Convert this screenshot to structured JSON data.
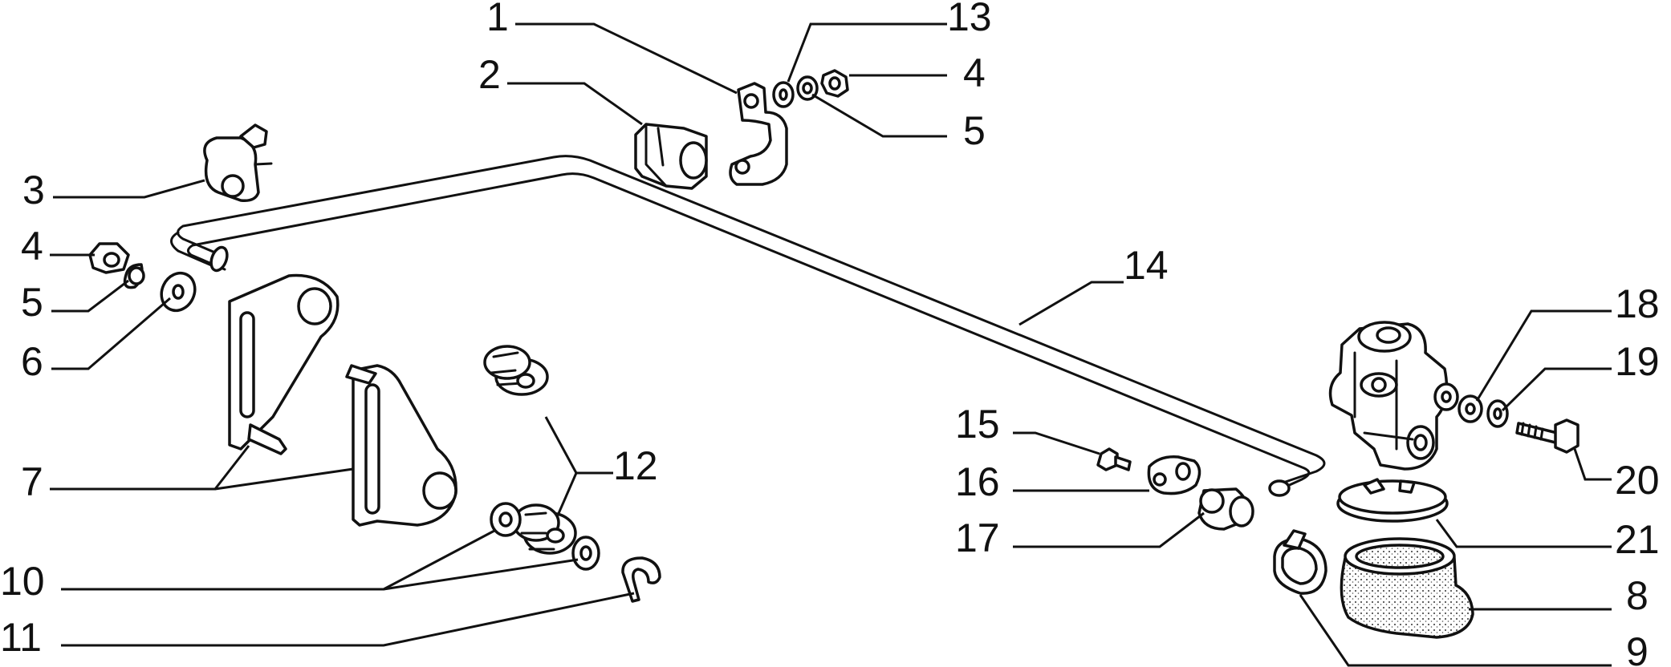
{
  "diagram": {
    "labels": {
      "l1": "1",
      "l2": "2",
      "l3": "3",
      "l4a": "4",
      "l4b": "4",
      "l5a": "5",
      "l5b": "5",
      "l6": "6",
      "l7": "7",
      "l8": "8",
      "l9": "9",
      "l10": "10",
      "l11": "11",
      "l12": "12",
      "l13": "13",
      "l14": "14",
      "l15": "15",
      "l16": "16",
      "l17": "17",
      "l18": "18",
      "l19": "19",
      "l20": "20",
      "l21": "21"
    },
    "colors": {
      "ink": "#111111",
      "paper": "#ffffff"
    }
  }
}
